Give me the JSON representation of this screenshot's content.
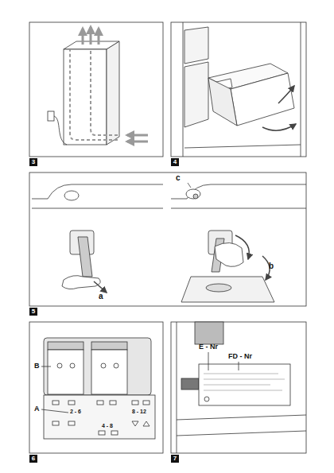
{
  "diagram": {
    "nodes": [
      {
        "text": [
          "3"
        ]
      },
      {
        "text": [
          "4"
        ]
      },
      {
        "text": [
          "5"
        ]
      },
      {
        "text": [
          "6"
        ]
      },
      {
        "text": [
          "7"
        ]
      }
    ],
    "labels": [
      "a",
      "c",
      "b",
      "B",
      "A",
      "2 - 6",
      "4 - 8",
      "8 - 12",
      "E - Nr",
      "FD - Nr"
    ]
  }
}
